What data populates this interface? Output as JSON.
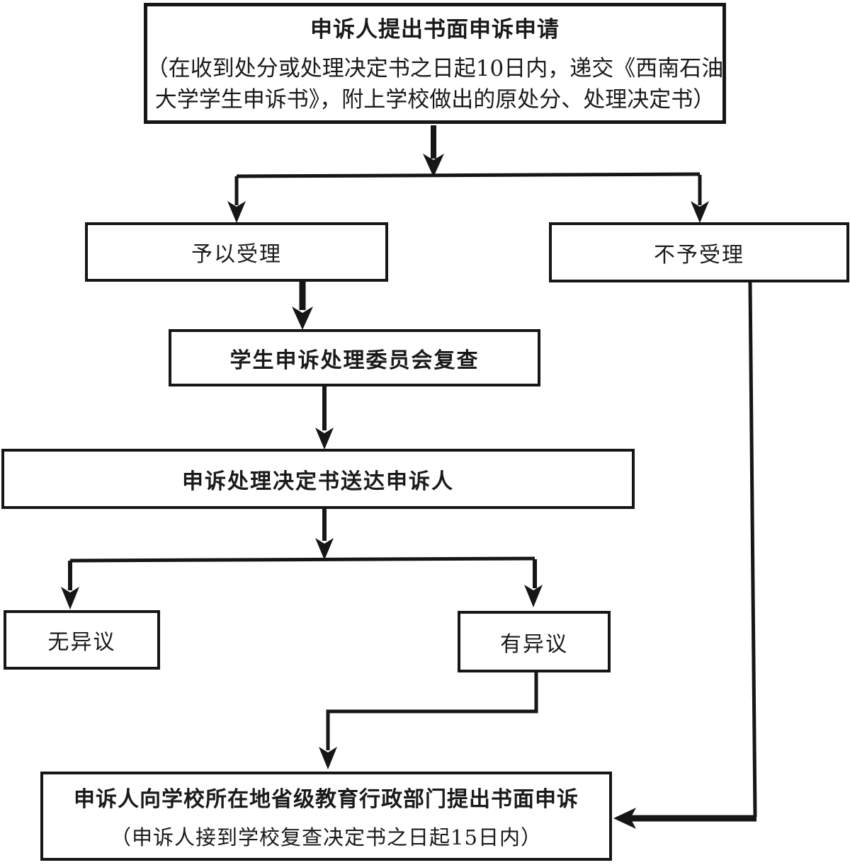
{
  "diagram": {
    "nodes": {
      "apply": {
        "title": "申诉人提出书面申诉申请",
        "note_line1": "（在收到处分或处理决定书之日起10日内，递交《西南石油",
        "note_line2": "大学学生申诉书》，附上学校做出的原处分、处理决定书）"
      },
      "accept": {
        "label": "予以受理"
      },
      "reject": {
        "label": "不予受理"
      },
      "committee": {
        "label": "学生申诉处理委员会复查"
      },
      "deliver": {
        "label": "申诉处理决定书送达申诉人"
      },
      "no_objection": {
        "label": "无异议"
      },
      "objection": {
        "label": "有异议"
      },
      "provincial": {
        "title": "申诉人向学校所在地省级教育行政部门提出书面申诉",
        "note": "（申诉人接到学校复查决定书之日起15日内）"
      }
    },
    "edges": [
      {
        "from": "apply",
        "to": "accept"
      },
      {
        "from": "apply",
        "to": "reject"
      },
      {
        "from": "accept",
        "to": "committee"
      },
      {
        "from": "committee",
        "to": "deliver"
      },
      {
        "from": "deliver",
        "to": "no_objection"
      },
      {
        "from": "deliver",
        "to": "objection"
      },
      {
        "from": "objection",
        "to": "provincial"
      },
      {
        "from": "reject",
        "to": "provincial"
      }
    ],
    "colors": {
      "line": "#161616",
      "box_border": "#161616",
      "text": "#1a1a1a",
      "background": "#ffffff"
    }
  }
}
